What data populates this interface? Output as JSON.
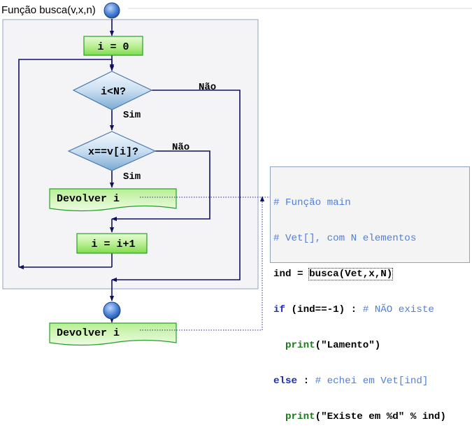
{
  "title": "Função busca(v,x,n)",
  "flowchart": {
    "init": "i = 0",
    "cond_loop": "i<N?",
    "cond_loop_no": "Não",
    "cond_loop_yes": "Sim",
    "cond_match": "x==v[i]?",
    "cond_match_no": "Não",
    "cond_match_yes": "Sim",
    "return_found": "Devolver i",
    "increment": "i = i+1",
    "return_end": "Devolver i"
  },
  "code": {
    "line1": "# Função main",
    "line2": "# Vet[], com N elementos",
    "line3_a": "ind = ",
    "line3_call": "busca(Vet,x,N)",
    "line4_kw": "if",
    "line4_mid": " (ind==-1) : ",
    "line4_comment": "# NÃO existe",
    "line5_indent": "  ",
    "line5_fn": "print",
    "line5_arg": "(\"Lamento\")",
    "line6_kw": "else",
    "line6_mid": " : ",
    "line6_comment": "# echei em Vet[ind]",
    "line7_indent": "  ",
    "line7_fn": "print",
    "line7_arg": "(\"Existe em %d\" % ind)"
  },
  "colors": {
    "box_fill_light": "#d8f5c0",
    "box_fill_dark": "#84de55",
    "box_border": "#28a028",
    "diamond_light": "#e8f2fb",
    "diamond_dark": "#7aa9d2",
    "diamond_border": "#4a78a8",
    "arrow": "#101060",
    "panel_fill": "#f4f4f6",
    "panel_border": "#8fa3bf",
    "terminal": "#3f72c8"
  }
}
